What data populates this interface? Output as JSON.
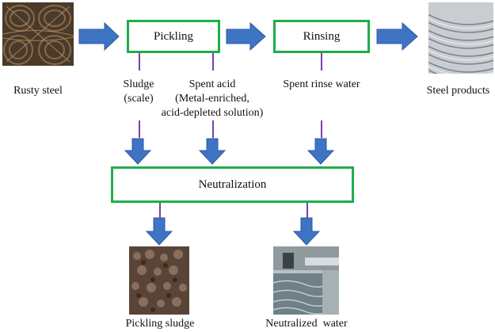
{
  "colors": {
    "box_border": "#1fae4a",
    "arrow_fill": "#3f73c4",
    "connector": "#7d3fa8"
  },
  "process": {
    "pickling": "Pickling",
    "rinsing": "Rinsing",
    "neutralization": "Neutralization"
  },
  "inputs_outputs": {
    "rusty_steel": "Rusty steel",
    "steel_products": "Steel products",
    "pickling_sludge": "Pickling sludge",
    "neutralized_water": "Neutralized  water"
  },
  "streams": {
    "sludge_line1": "Sludge",
    "sludge_line2": "(scale)",
    "spent_acid_line1": "Spent acid",
    "spent_acid_line2": "(Metal-enriched,",
    "spent_acid_line3": "acid-depleted solution)",
    "spent_rinse": "Spent rinse water"
  },
  "images": {
    "rusty_steel": "rusty-steel-coils-photo",
    "steel_products": "steel-wire-coil-photo",
    "pickling_sludge": "pickling-sludge-photo",
    "neutralized_water": "neutralized-water-tank-photo"
  }
}
